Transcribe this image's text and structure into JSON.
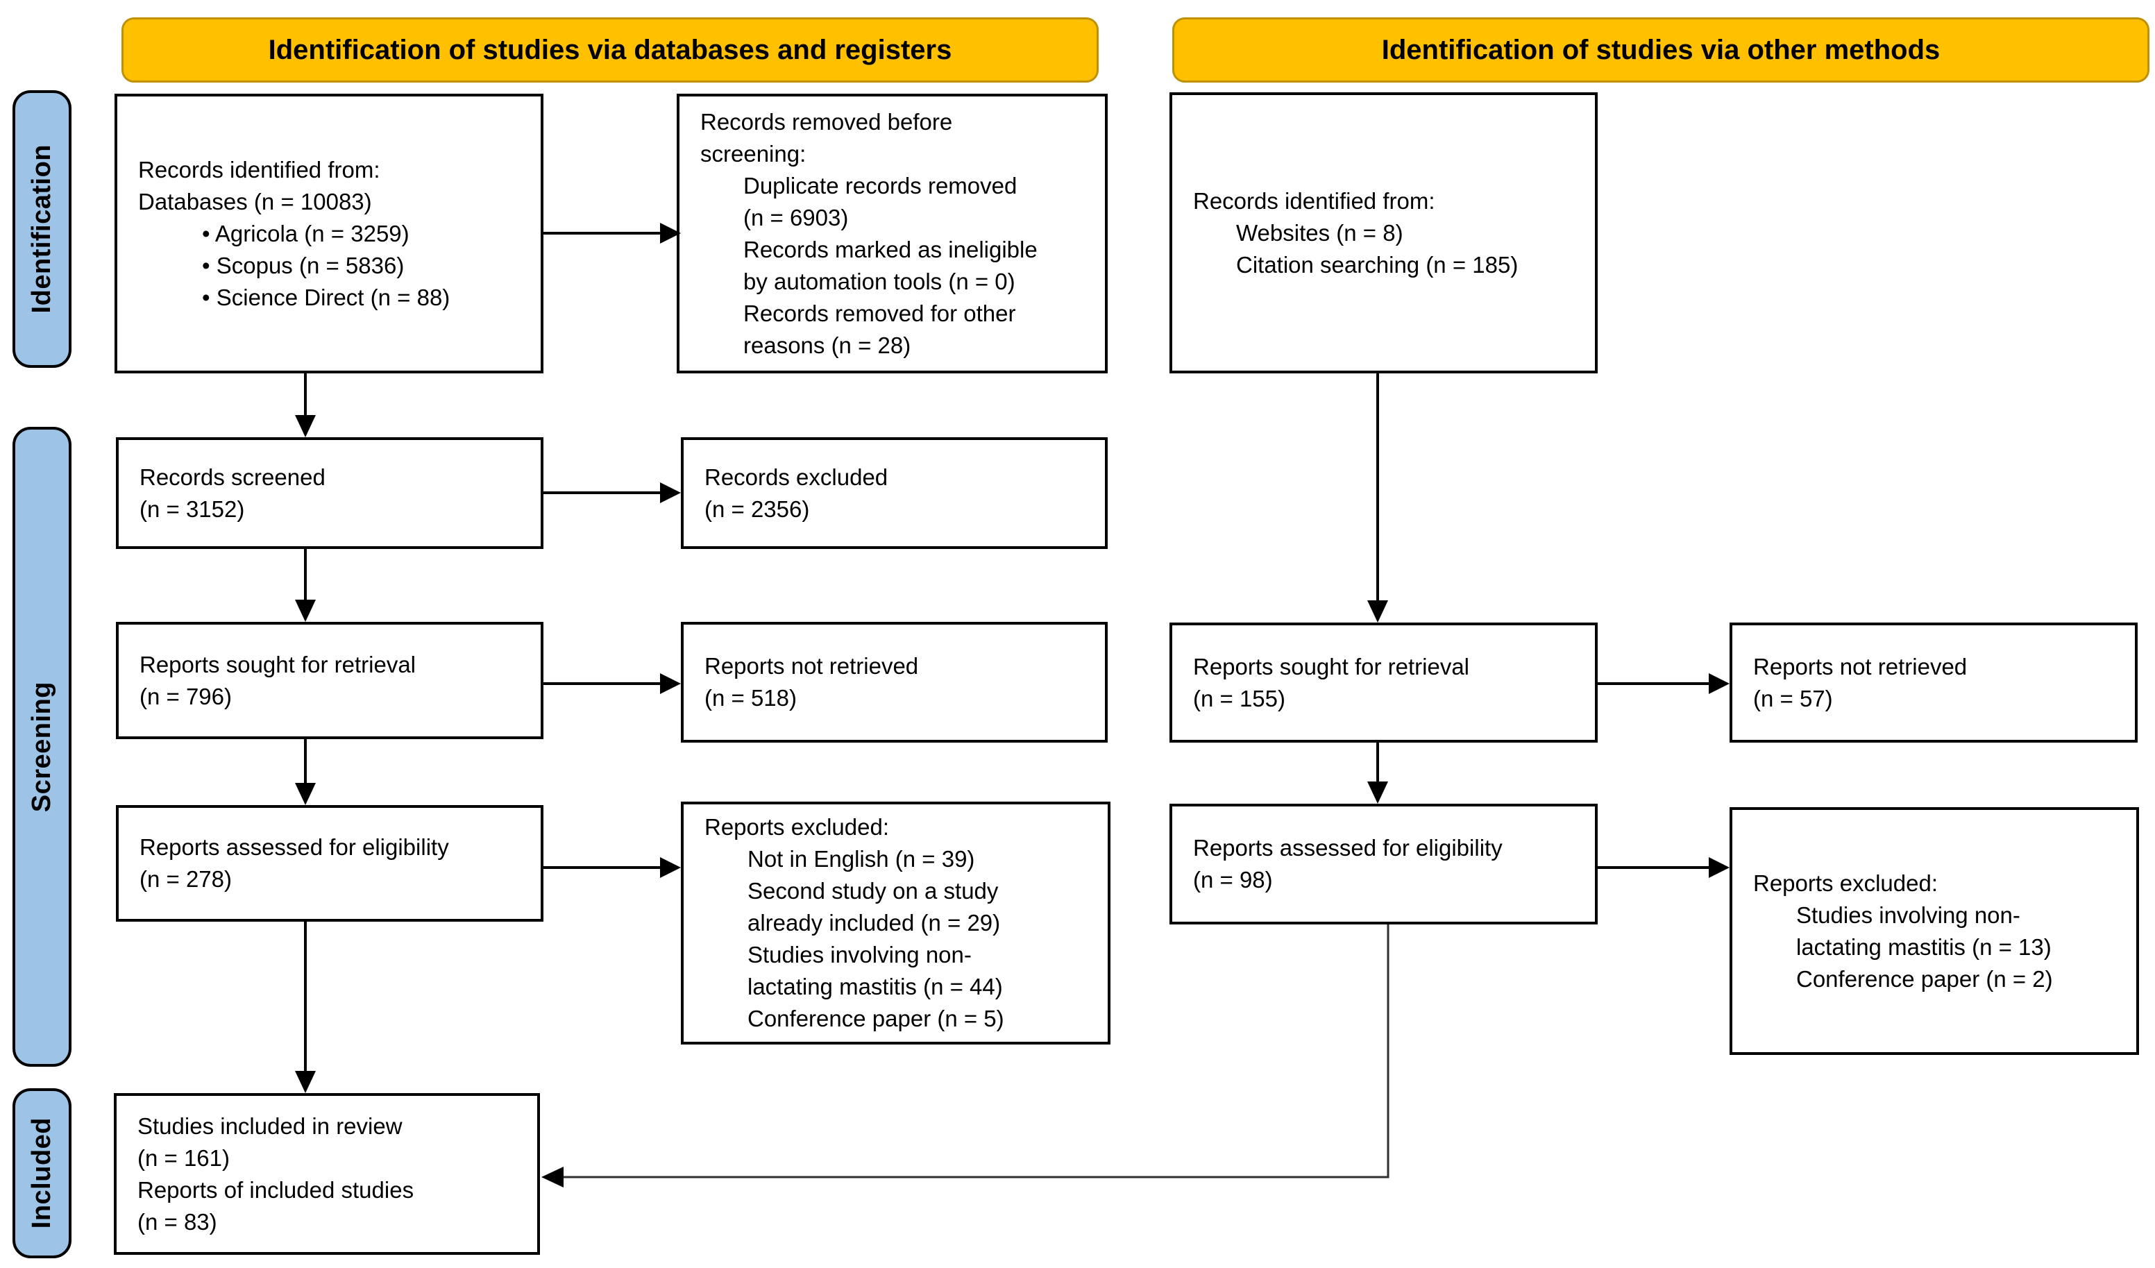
{
  "headers": {
    "databases": "Identification of studies via databases and registers",
    "other": "Identification of studies via other methods"
  },
  "stages": {
    "identification": "Identification",
    "screening": "Screening",
    "included": "Included"
  },
  "colors": {
    "header_fill": "#FFC000",
    "header_border": "#BF9000",
    "stage_fill": "#9DC3E6",
    "box_border": "#000000",
    "connector": "#000000"
  },
  "boxes": {
    "db_identified": {
      "lines": [
        {
          "t": "Records identified from:",
          "i": 0
        },
        {
          "t": "Databases (n = 10083)",
          "i": 0
        },
        {
          "t": "• Agricola (n = 3259)",
          "i": 2
        },
        {
          "t": "• Scopus (n = 5836)",
          "i": 2
        },
        {
          "t": "• Science Direct (n = 88)",
          "i": 2
        }
      ]
    },
    "records_removed": {
      "lines": [
        {
          "t": "Records removed before",
          "i": 0
        },
        {
          "t": "screening:",
          "i": 0
        },
        {
          "t": "Duplicate records removed",
          "i": 1
        },
        {
          "t": "(n = 6903)",
          "i": 1
        },
        {
          "t": "Records marked as ineligible",
          "i": 1
        },
        {
          "t": "by automation tools (n = 0)",
          "i": 1
        },
        {
          "t": "Records removed for other",
          "i": 1
        },
        {
          "t": "reasons (n = 28)",
          "i": 1
        }
      ]
    },
    "other_identified": {
      "lines": [
        {
          "t": "Records identified from:",
          "i": 0
        },
        {
          "t": "Websites (n = 8)",
          "i": 1
        },
        {
          "t": "Citation searching (n = 185)",
          "i": 1
        }
      ]
    },
    "records_screened": {
      "lines": [
        {
          "t": "Records screened",
          "i": 0
        },
        {
          "t": "(n = 3152)",
          "i": 0
        }
      ]
    },
    "records_excluded": {
      "lines": [
        {
          "t": "Records excluded",
          "i": 0
        },
        {
          "t": "(n = 2356)",
          "i": 0
        }
      ]
    },
    "reports_sought": {
      "lines": [
        {
          "t": "Reports sought for retrieval",
          "i": 0
        },
        {
          "t": "(n = 796)",
          "i": 0
        }
      ]
    },
    "reports_not_retrieved": {
      "lines": [
        {
          "t": "Reports not retrieved",
          "i": 0
        },
        {
          "t": "(n = 518)",
          "i": 0
        }
      ]
    },
    "reports_sought_other": {
      "lines": [
        {
          "t": "Reports sought for retrieval",
          "i": 0
        },
        {
          "t": "(n = 155)",
          "i": 0
        }
      ]
    },
    "reports_not_retrieved_other": {
      "lines": [
        {
          "t": "Reports not retrieved",
          "i": 0
        },
        {
          "t": "(n = 57)",
          "i": 0
        }
      ]
    },
    "reports_assessed": {
      "lines": [
        {
          "t": "Reports assessed for eligibility",
          "i": 0
        },
        {
          "t": "(n = 278)",
          "i": 0
        }
      ]
    },
    "reports_excluded": {
      "lines": [
        {
          "t": "Reports excluded:",
          "i": 0
        },
        {
          "t": "Not in English (n = 39)",
          "i": 1
        },
        {
          "t": "Second study on a study",
          "i": 1
        },
        {
          "t": "already included (n = 29)",
          "i": 1
        },
        {
          "t": "Studies involving non-",
          "i": 1
        },
        {
          "t": "lactating mastitis (n = 44)",
          "i": 1
        },
        {
          "t": "Conference paper (n = 5)",
          "i": 1
        }
      ]
    },
    "reports_assessed_other": {
      "lines": [
        {
          "t": "Reports assessed for eligibility",
          "i": 0
        },
        {
          "t": "(n = 98)",
          "i": 0
        }
      ]
    },
    "reports_excluded_other": {
      "lines": [
        {
          "t": "Reports excluded:",
          "i": 0
        },
        {
          "t": "Studies involving non-",
          "i": 1
        },
        {
          "t": "lactating mastitis (n = 13)",
          "i": 1
        },
        {
          "t": "Conference paper (n = 2)",
          "i": 1
        }
      ]
    },
    "included_studies": {
      "lines": [
        {
          "t": "Studies included in review",
          "i": 0
        },
        {
          "t": "(n = 161)",
          "i": 0
        },
        {
          "t": "Reports of included studies",
          "i": 0
        },
        {
          "t": "(n = 83)",
          "i": 0
        }
      ]
    }
  }
}
